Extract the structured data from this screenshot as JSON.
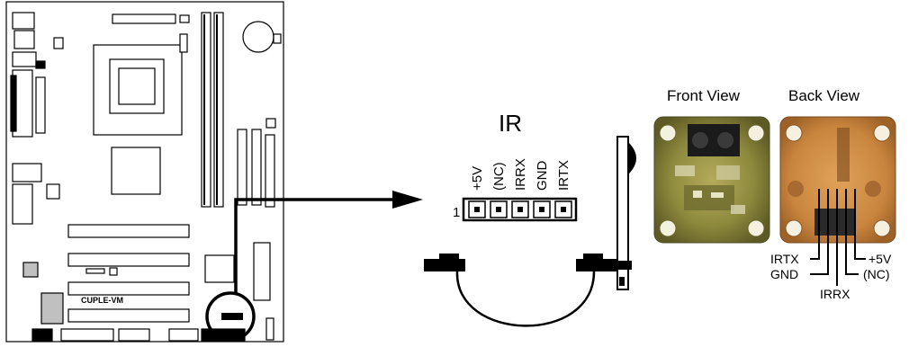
{
  "board": {
    "model_label": "CUPLE-VM"
  },
  "connector": {
    "title": "IR",
    "pin1_label": "1",
    "pins": [
      "+5V",
      "(NC)",
      "IRRX",
      "GND",
      "IRTX"
    ]
  },
  "views": {
    "front_label": "Front View",
    "back_label": "Back View"
  },
  "back_pins": {
    "irtx": "IRTX",
    "gnd": "GND",
    "irrx": "IRRX",
    "plus5v": "+5V",
    "nc": "(NC)"
  },
  "colors": {
    "line": "#000000",
    "board_fill": "#ffffff",
    "module_green": "#8a8a3a",
    "module_orange": "#c9853e",
    "gray_block": "#c0c0c0"
  }
}
